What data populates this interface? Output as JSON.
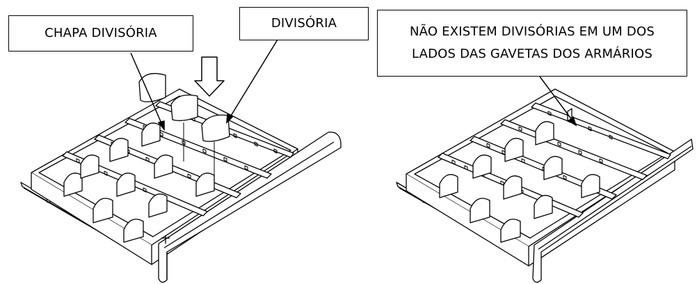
{
  "labels": {
    "chapa": "CHAPA DIVISÓRIA",
    "divisoria": "DIVISÓRIA",
    "note_line1": "NÃO EXISTEM DIVISÓRIAS EM UM DOS",
    "note_line2": "LADOS DAS GAVETAS DOS ARMÁRIOS"
  },
  "drawers": [
    {
      "name": "drawer-with-dividers",
      "bays": 4,
      "dividers_shown": "both sides"
    },
    {
      "name": "drawer-without-dividers-one-side",
      "bays": 4,
      "dividers_shown": "one side"
    }
  ],
  "colors": {
    "line": "#000000",
    "background": "#ffffff"
  }
}
